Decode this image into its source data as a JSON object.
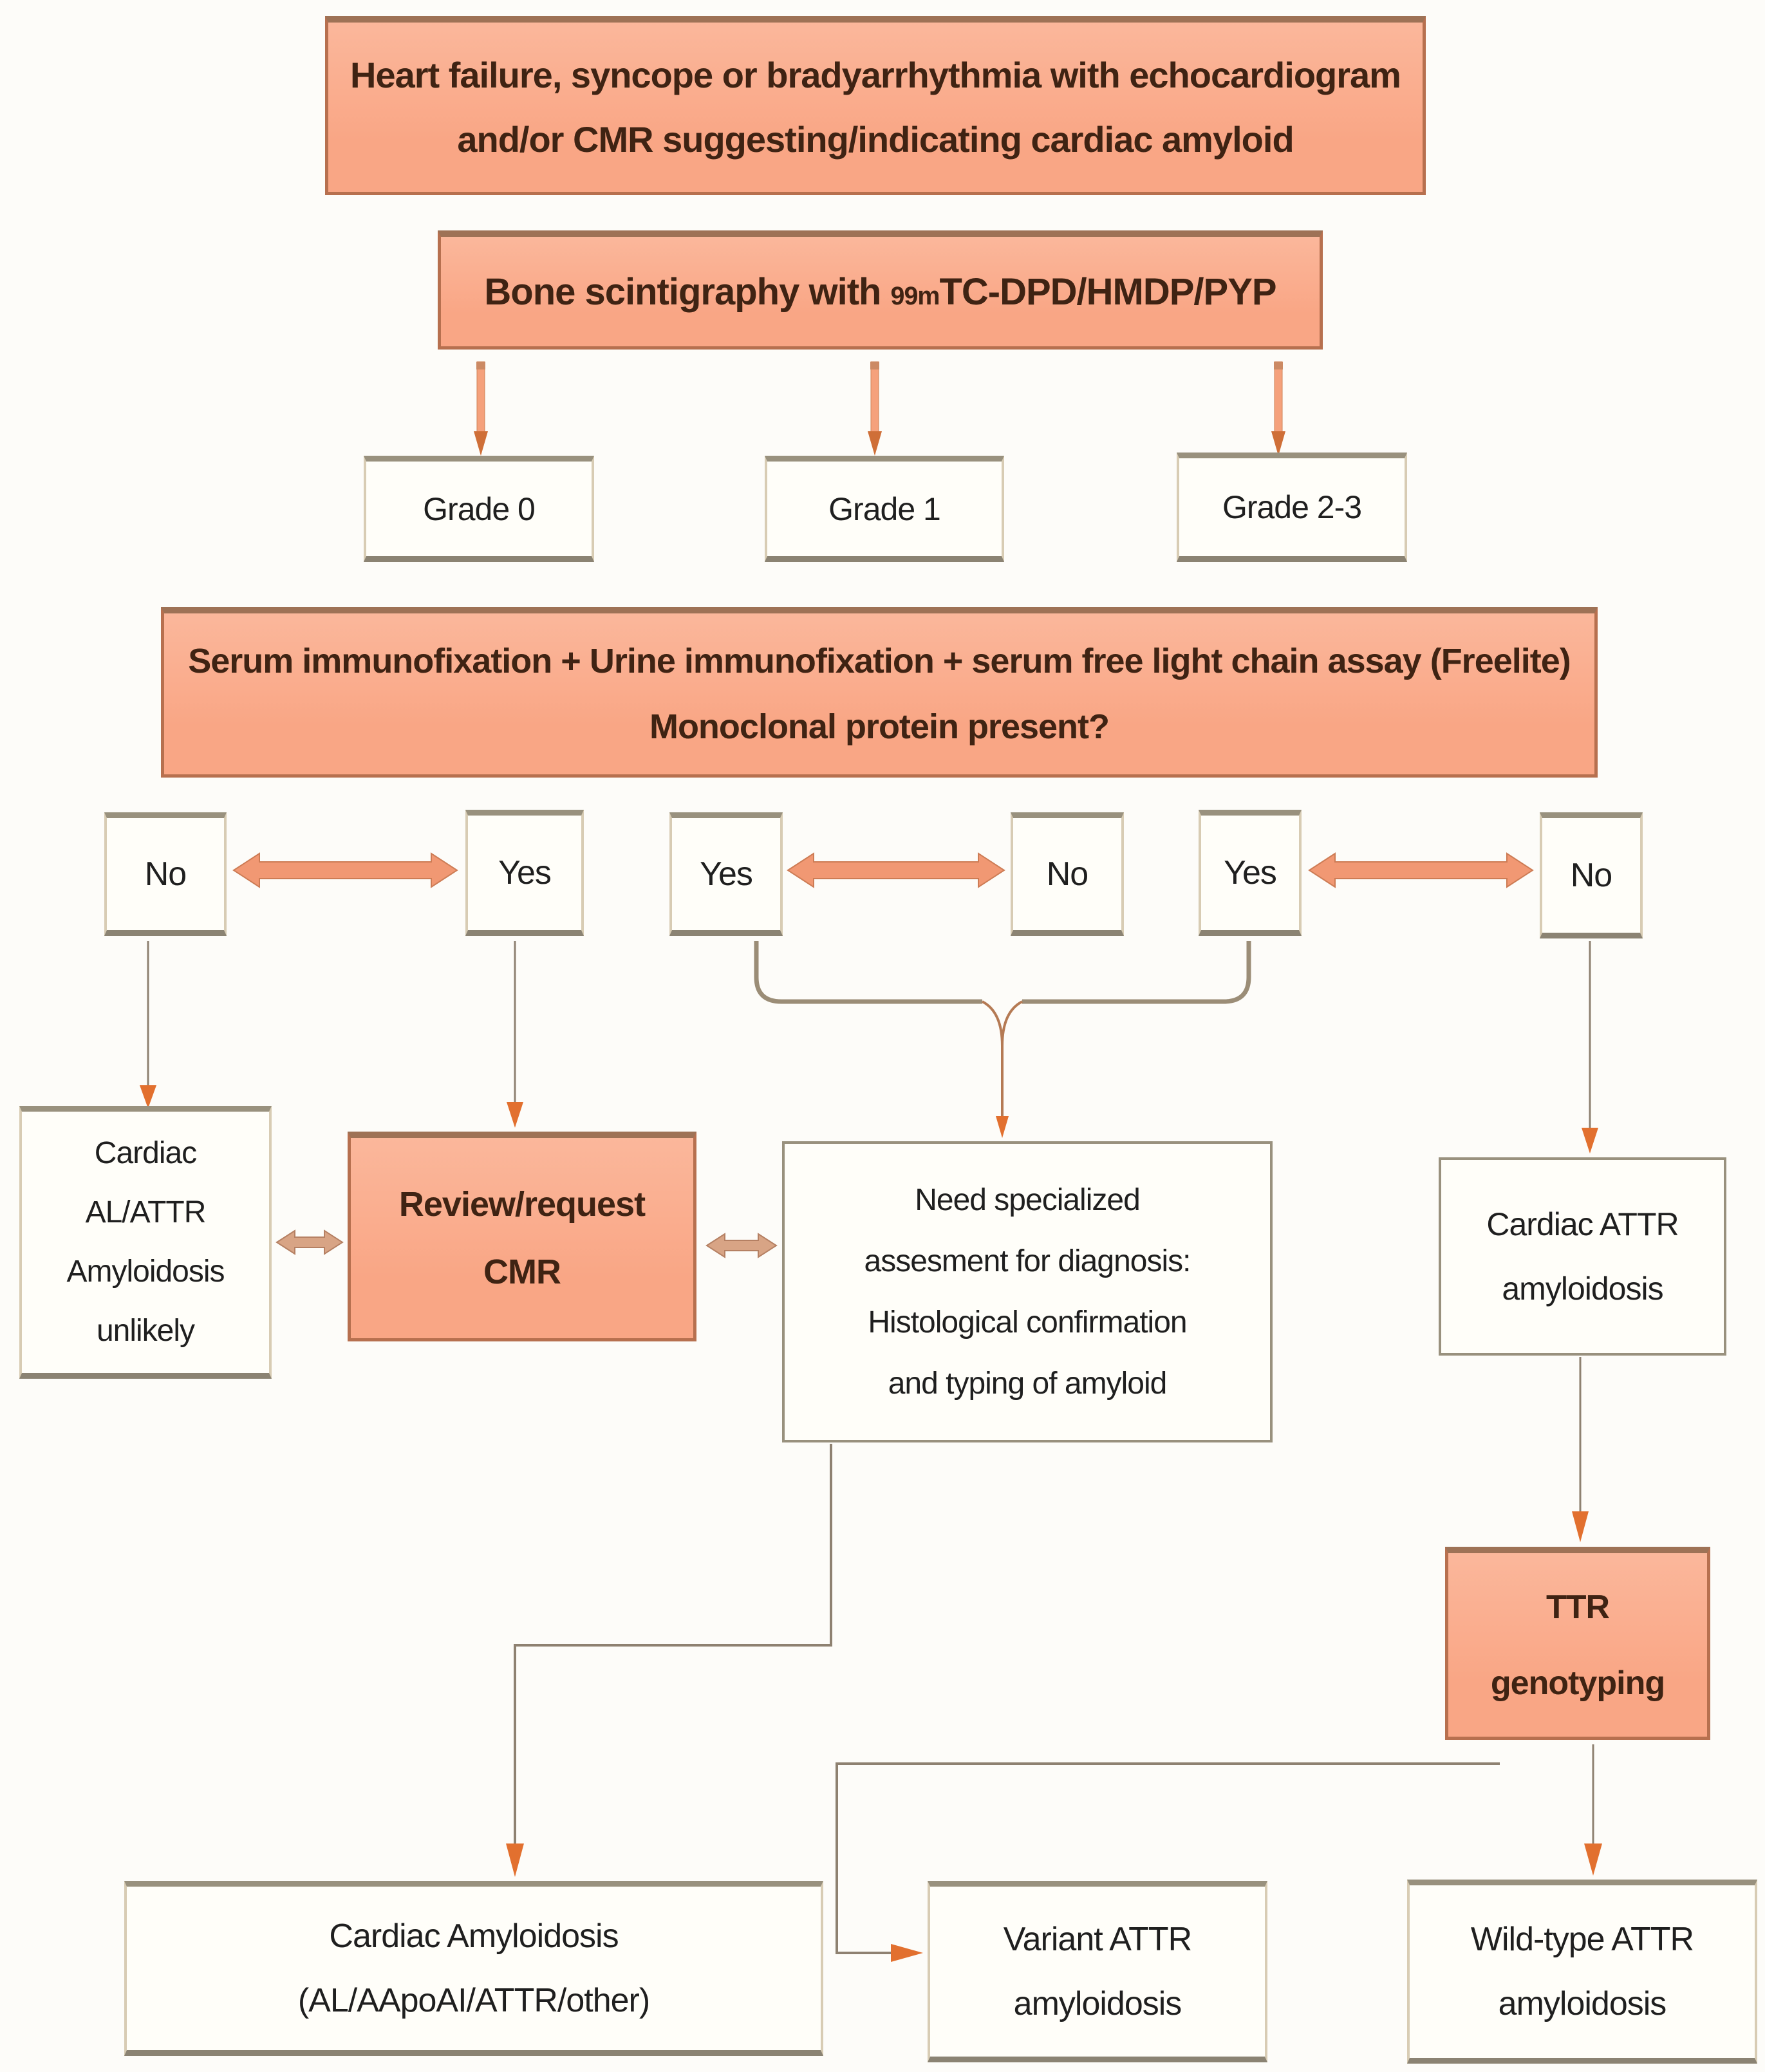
{
  "figure": {
    "presentation": "Heart failure, syncope or bradyarrhythmia with echocardiogram\nand/or CMR suggesting/indicating cardiac amyloid",
    "scintigraphy_prefix": "Bone scintigraphy with ",
    "scintigraphy_isotope": "99m",
    "scintigraphy_suffix": "TC-DPD/HMDP/PYP",
    "grades": [
      "Grade 0",
      "Grade 1",
      "Grade 2-3"
    ],
    "serum_line1": "Serum immunofixation + Urine immunofixation + serum free light chain assay (Freelite)",
    "serum_line2": "Monoclonal protein present?",
    "answers": [
      "No",
      "Yes",
      "Yes",
      "No",
      "Yes",
      "No"
    ],
    "unlikely": "Cardiac\nAL/ATTR\nAmyloidosis\nunlikely",
    "review_cmr": "Review/request\nCMR",
    "need_specialized": "Need specialized\nassesment for diagnosis:\nHistological confirmation\nand typing of amyloid",
    "cardiac_attr": "Cardiac ATTR\namyloidosis",
    "ttr_genotyping": "TTR\ngenotyping",
    "cardiac_amyloidosis": "Cardiac Amyloidosis\n(AL/AApoAI/ATTR/other)",
    "variant_attr": "Variant ATTR\namyloidosis",
    "wildtype_attr": "Wild-type ATTR\namyloidosis"
  },
  "colors": {
    "page_bg": "#fdfcf9",
    "salmon_fill": "#f9a685",
    "salmon_fill_light": "#fbb79b",
    "salmon_border": "#b7704f",
    "salmon_border_top": "#9e7256",
    "box_bg": "#fffef9",
    "box_border_dark": "#99917e",
    "box_border_darker": "#8b8373",
    "box_border_light": "#d8ccb4",
    "text_dark": "#1f1f1f",
    "text_brown": "#3f2313",
    "line": "#8e8171",
    "bracket": "#9b8d77",
    "arrow_orange": "#e2702f",
    "arrow_salmon": "#f5a17c",
    "arrow_salmon_border": "#d08256",
    "dbl_arrow_fill": "#f19873",
    "dbl_arrow_border": "#cd7c55",
    "dbl_arrow_small_fill": "#d8a485",
    "dbl_arrow_small_border": "#b58063"
  }
}
